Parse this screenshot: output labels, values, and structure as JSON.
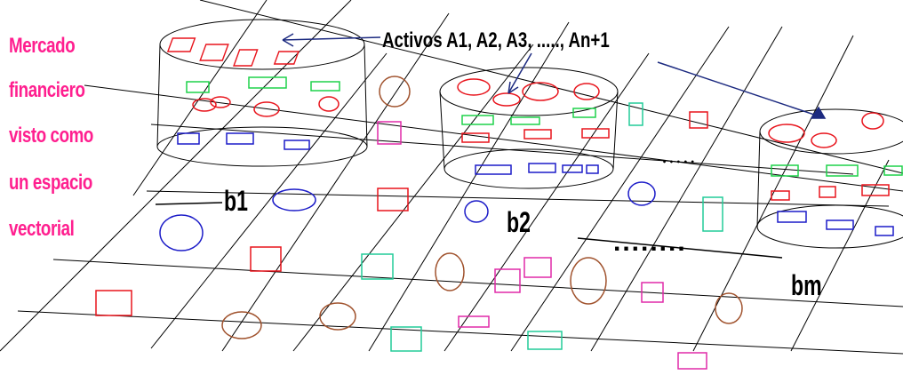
{
  "title": {
    "lines": [
      "Mercado",
      "financiero",
      "visto como",
      "un espacio",
      "vectorial"
    ],
    "color": "#ff1f8f"
  },
  "labels": {
    "assets": "Activos A1, A2, A3, ....., An+1",
    "b1": "b1",
    "b2": "b2",
    "bm": "bm",
    "dots": "........"
  },
  "colors": {
    "line": "#000000",
    "red": "#e8141c",
    "green": "#1ed24a",
    "blue": "#1c1cc8",
    "magenta": "#e02aa8",
    "brown": "#a0522d",
    "teal": "#22cc99",
    "navy": "#1c2a80"
  }
}
